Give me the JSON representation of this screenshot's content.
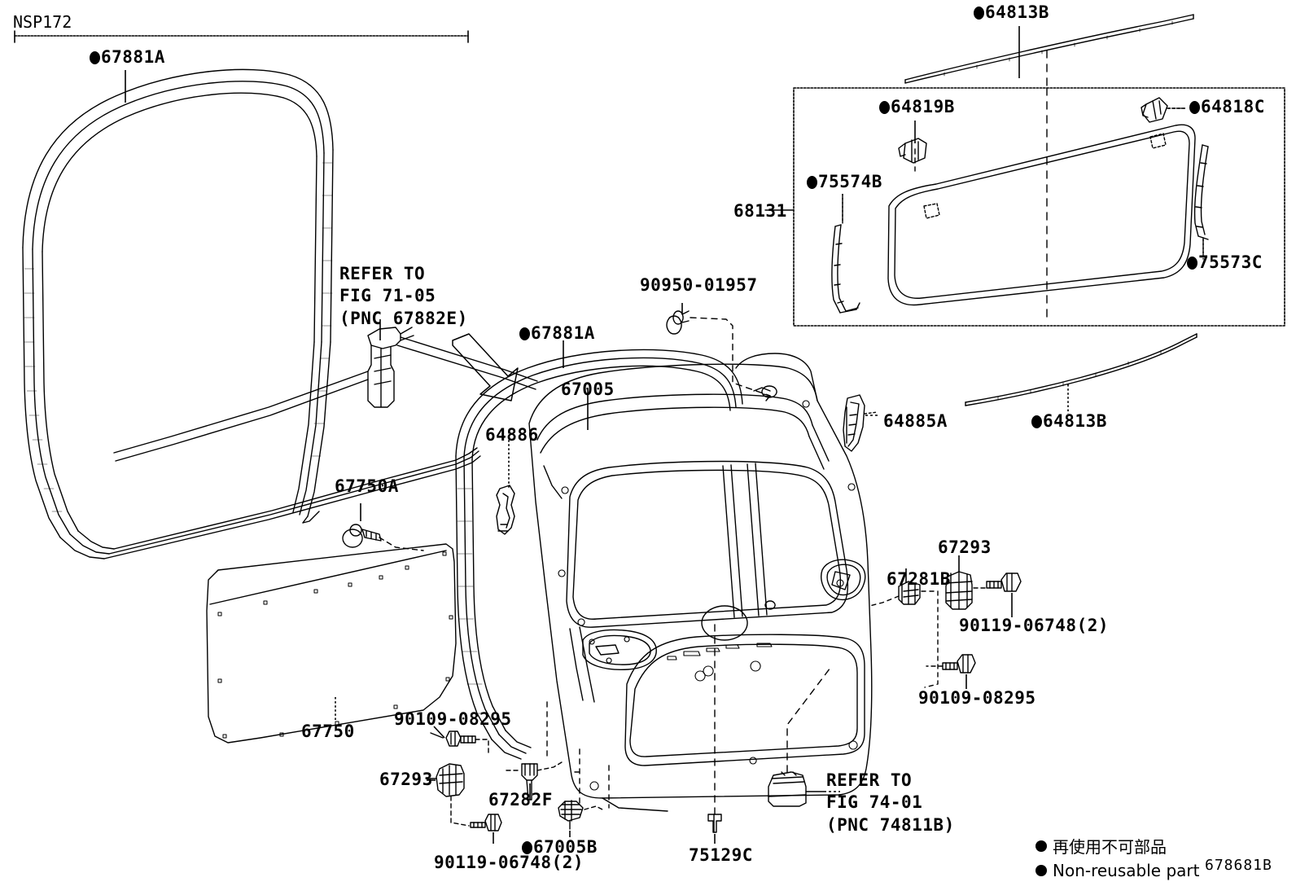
{
  "diagram": {
    "model_code": "NSP172",
    "figure_id": "678681B",
    "legend": {
      "jp": "再使用不可部品",
      "en": "Non-reusable part"
    }
  },
  "labels": {
    "weatherstrip_left": "67881A",
    "refer_fig_7105": {
      "line1": "REFER TO",
      "line2": "FIG 71-05",
      "line3": "(PNC 67882E)"
    },
    "weatherstrip_center": "67881A",
    "back_door_panel": "67005",
    "clip_64886": "64886",
    "grommet_90950": "90950-01957",
    "molding_64885a": "64885A",
    "trim_board": "67750",
    "clip_67750a": "67750A",
    "screw_90109_left": "90109-08295",
    "clip_67293_left": "67293",
    "plug_67282f": "67282F",
    "bolt_90119_left": "90119-06748(2)",
    "plug_67005b": "67005B",
    "clip_75129c": "75129C",
    "refer_fig_7401": {
      "line1": "REFER TO",
      "line2": "FIG 74-01",
      "line3": "(PNC 74811B)"
    },
    "stopper_67281b": "67281B",
    "clip_67293_right": "67293",
    "bolt_90119_right": "90119-06748(2)",
    "bolt_90109_right": "90109-08295",
    "molding_64813b_top": "64813B",
    "molding_64813b_bottom": "64813B",
    "clip_64819b": "64819B",
    "clip_64818c": "64818C",
    "glass_68131": "68131",
    "dam_75574b": "75574B",
    "dam_75573c": "75573C"
  }
}
